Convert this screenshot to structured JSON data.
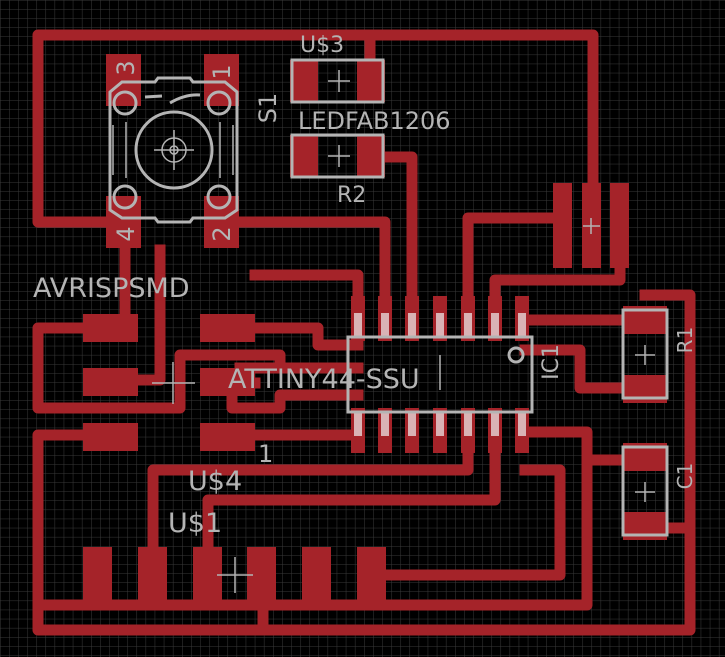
{
  "view": {
    "type": "pcb-board-layout",
    "colors": {
      "background": "#000000",
      "grid": "#3a3a3a",
      "copper": "#a52329",
      "silkscreen": "#b4b4b4"
    }
  },
  "components": {
    "switch": {
      "name": "S1",
      "pin_labels": [
        "3",
        "1",
        "4",
        "2"
      ]
    },
    "led": {
      "name": "U$3",
      "value": "LEDFAB1206"
    },
    "resistor_r2": {
      "name": "R2"
    },
    "resistor_r1": {
      "name": "R1"
    },
    "capacitor_c1": {
      "name": "C1"
    },
    "mcu": {
      "name": "IC1",
      "value": "ATTINY44-SSU"
    },
    "isp_header": {
      "name": "AVRISPSMD",
      "pin1_label": "1"
    },
    "ftdi_header": {
      "name": "U$1"
    },
    "resonator": {
      "name": "U$4"
    }
  }
}
